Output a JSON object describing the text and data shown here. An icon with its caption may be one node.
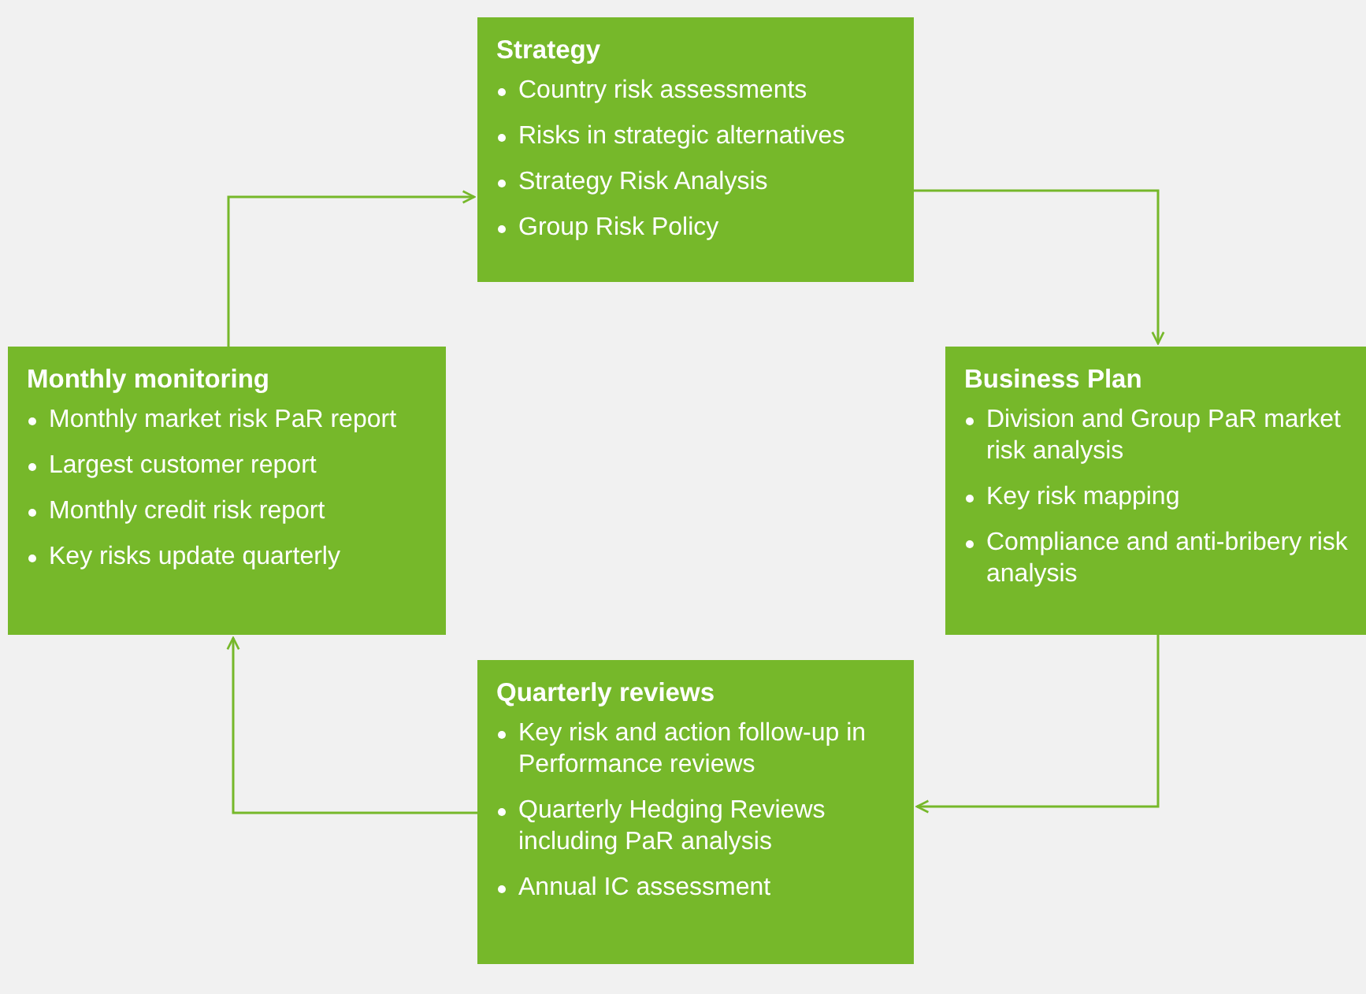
{
  "diagram": {
    "nodes": [
      {
        "text": [
          "Strategy",
          "Country risk assessments",
          "Risks in strategic alternatives",
          "Strategy Risk Analysis",
          "Group Risk Policy"
        ]
      },
      {
        "text": [
          "Business Plan",
          "Division and Group PaR market risk analysis",
          "Key risk mapping",
          "Compliance and anti-bribery risk analysis"
        ]
      },
      {
        "text": [
          "Quarterly reviews",
          "Key risk and action follow-up in Performance reviews",
          "Quarterly Hedging Reviews including PaR analysis",
          "Annual IC assessment"
        ]
      },
      {
        "text": [
          "Monthly monitoring",
          "Monthly market risk PaR report",
          "Largest customer report",
          "Monthly credit risk report",
          "Key risks update quarterly"
        ]
      }
    ],
    "edges": [
      {
        "from": 0,
        "to": 1,
        "arrow": "to"
      },
      {
        "from": 1,
        "to": 2,
        "arrow": "to"
      },
      {
        "from": 2,
        "to": 3,
        "arrow": "to"
      },
      {
        "from": 3,
        "to": 0,
        "arrow": "to"
      }
    ]
  }
}
